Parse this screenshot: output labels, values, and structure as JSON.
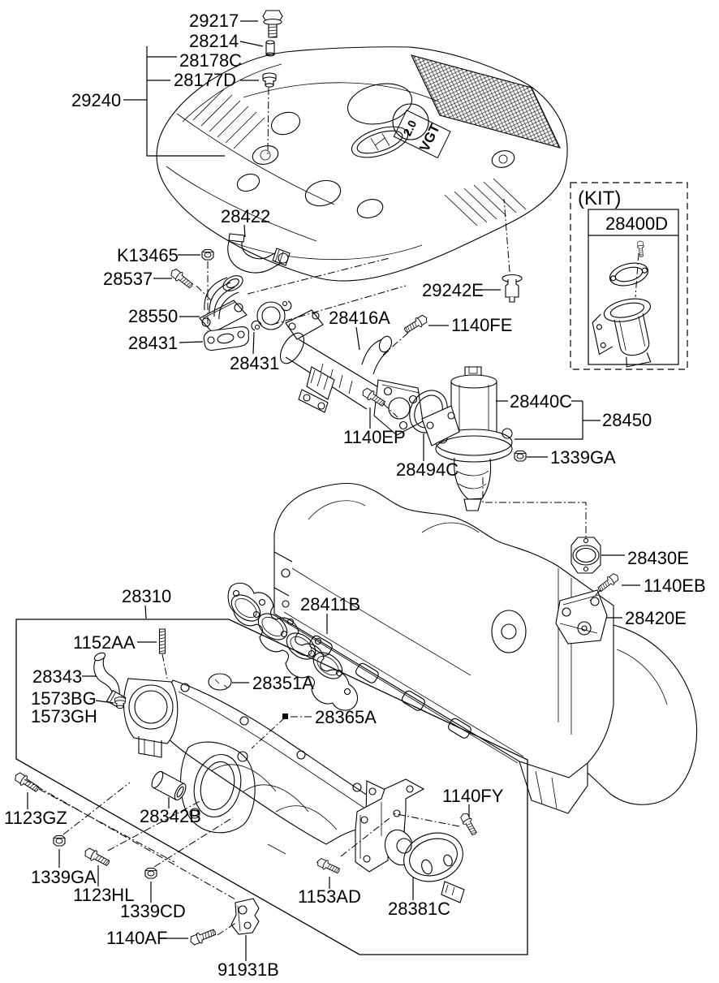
{
  "diagram": {
    "type": "exploded-parts-diagram",
    "subject": "intake-manifold",
    "line_color": "#000000",
    "background_color": "#ffffff",
    "engine_cover": {
      "displacement": "2.0",
      "engine_type": "VGT"
    },
    "kit": {
      "label": "(KIT)",
      "part_number": "28400D"
    },
    "callouts": [
      {
        "text": "29217"
      },
      {
        "text": "28214"
      },
      {
        "text": "28178C"
      },
      {
        "text": "28177D"
      },
      {
        "text": "29240"
      },
      {
        "text": "28422"
      },
      {
        "text": "K13465"
      },
      {
        "text": "28537"
      },
      {
        "text": "28550"
      },
      {
        "text": "28431"
      },
      {
        "text": "28431"
      },
      {
        "text": "28416A"
      },
      {
        "text": "1140FE"
      },
      {
        "text": "29242E"
      },
      {
        "text": "28440C"
      },
      {
        "text": "28450"
      },
      {
        "text": "1339GA"
      },
      {
        "text": "1140EP"
      },
      {
        "text": "28494C"
      },
      {
        "text": "28430E"
      },
      {
        "text": "1140EB"
      },
      {
        "text": "28420E"
      },
      {
        "text": "28310"
      },
      {
        "text": "28411B"
      },
      {
        "text": "1152AA"
      },
      {
        "text": "28343"
      },
      {
        "text": "1573BG"
      },
      {
        "text": "1573GH"
      },
      {
        "text": "28351A"
      },
      {
        "text": "28365A"
      },
      {
        "text": "1123GZ"
      },
      {
        "text": "28342B"
      },
      {
        "text": "1339GA"
      },
      {
        "text": "1123HL"
      },
      {
        "text": "1339CD"
      },
      {
        "text": "1153AD"
      },
      {
        "text": "28381C"
      },
      {
        "text": "1140FY"
      },
      {
        "text": "1140AF"
      },
      {
        "text": "91931B"
      }
    ]
  }
}
